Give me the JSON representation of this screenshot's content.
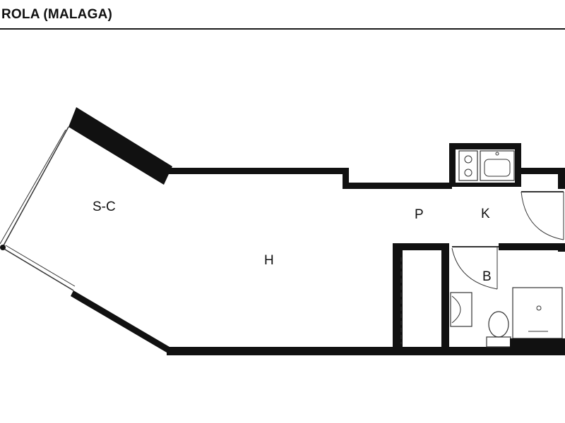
{
  "header": {
    "title": "ROLA (MALAGA)"
  },
  "plan": {
    "wall_color": "#111111",
    "line_color": "#333333",
    "rooms": [
      {
        "key": "sc",
        "label": "S-C"
      },
      {
        "key": "h",
        "label": "H"
      },
      {
        "key": "p",
        "label": "P"
      },
      {
        "key": "k",
        "label": "K"
      },
      {
        "key": "b",
        "label": "B"
      }
    ],
    "fixtures": [
      "stove-icon",
      "sink-icon",
      "washbasin-icon",
      "toilet-icon",
      "shower-icon"
    ]
  }
}
